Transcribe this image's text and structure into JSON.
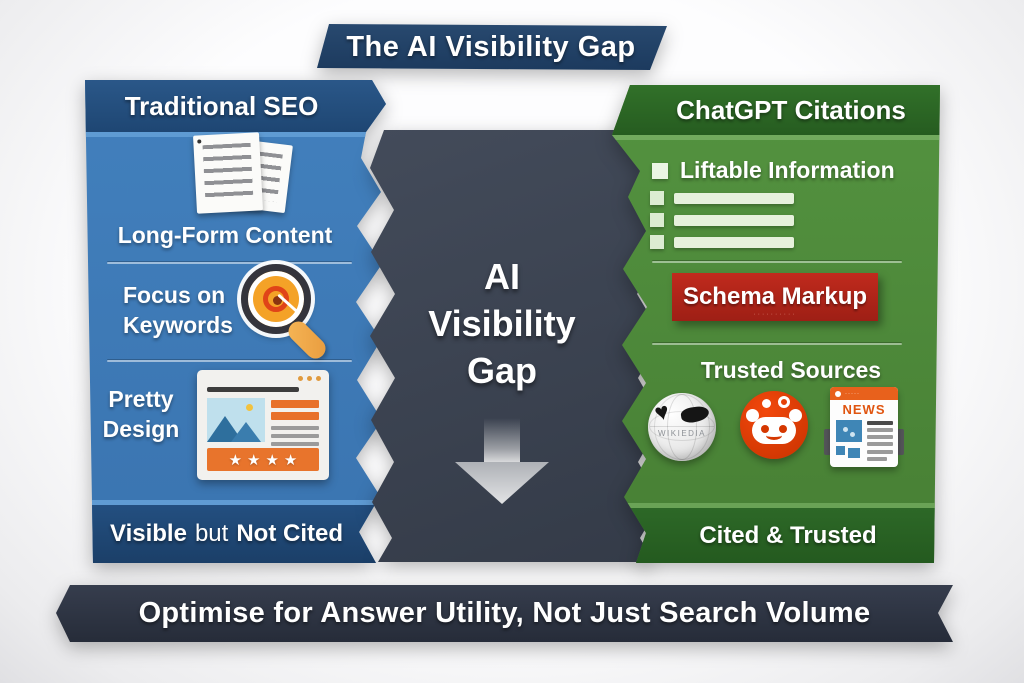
{
  "banner": {
    "title": "The AI Visibility Gap"
  },
  "left_panel": {
    "header": "Traditional SEO",
    "items": [
      {
        "label": "Long-Form Content",
        "icon": "documents-icon"
      },
      {
        "line1": "Focus on",
        "line2": "Keywords",
        "icon": "magnifier-target-icon"
      },
      {
        "line1": "Pretty",
        "line2": "Design",
        "icon": "webpage-mockup-icon"
      }
    ],
    "rating_stars": "★★★★",
    "footer": {
      "bold1": "Visible",
      "normal": "but",
      "bold2": "Not Cited"
    }
  },
  "gap": {
    "lines": [
      "AI",
      "Visibility",
      "Gap"
    ],
    "icon": "down-arrow-icon"
  },
  "right_panel": {
    "header": "ChatGPT Citations",
    "items": [
      {
        "label": "Liftable Information",
        "icon": "checklist-icon"
      },
      {
        "label": "Schema Markup",
        "fine_print": "··········"
      },
      {
        "label": "Trusted Sources"
      }
    ],
    "sources": {
      "wikipedia_label": "WIKIEDIA",
      "news_label": "NEWS",
      "news_mast_text": "·····"
    },
    "footer": "Cited & Trusted"
  },
  "ribbon": {
    "text": "Optimise for Answer Utility, Not Just Search Volume"
  },
  "colors": {
    "banner_navy": "#1f3a5f",
    "left_blue": "#3d7ab6",
    "left_navy": "#1f4874",
    "right_green": "#4f8d3c",
    "right_dark_green": "#2b6526",
    "gap_slate": "#3c4452",
    "schema_red": "#b2261b",
    "ribbon_charcoal": "#2b3140",
    "accent_orange": "#e8702a",
    "reddit_orange": "#e03c00"
  }
}
